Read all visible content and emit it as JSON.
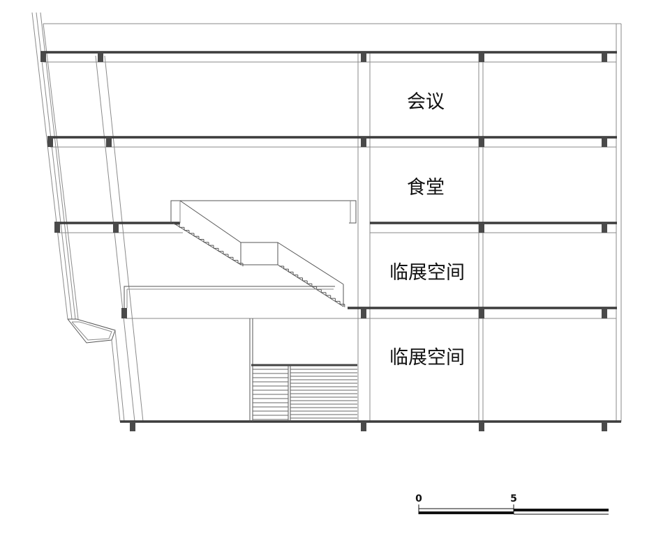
{
  "rooms": {
    "floor4": "会议",
    "floor3": "食堂",
    "floor2": "临展空间",
    "floor1": "临展空间"
  },
  "scale_bar": {
    "start_label": "0",
    "mid_label": "5"
  },
  "colors": {
    "line": "#8a8a8a",
    "slab": "#3c3c3c",
    "column": "#4a4a4a"
  }
}
